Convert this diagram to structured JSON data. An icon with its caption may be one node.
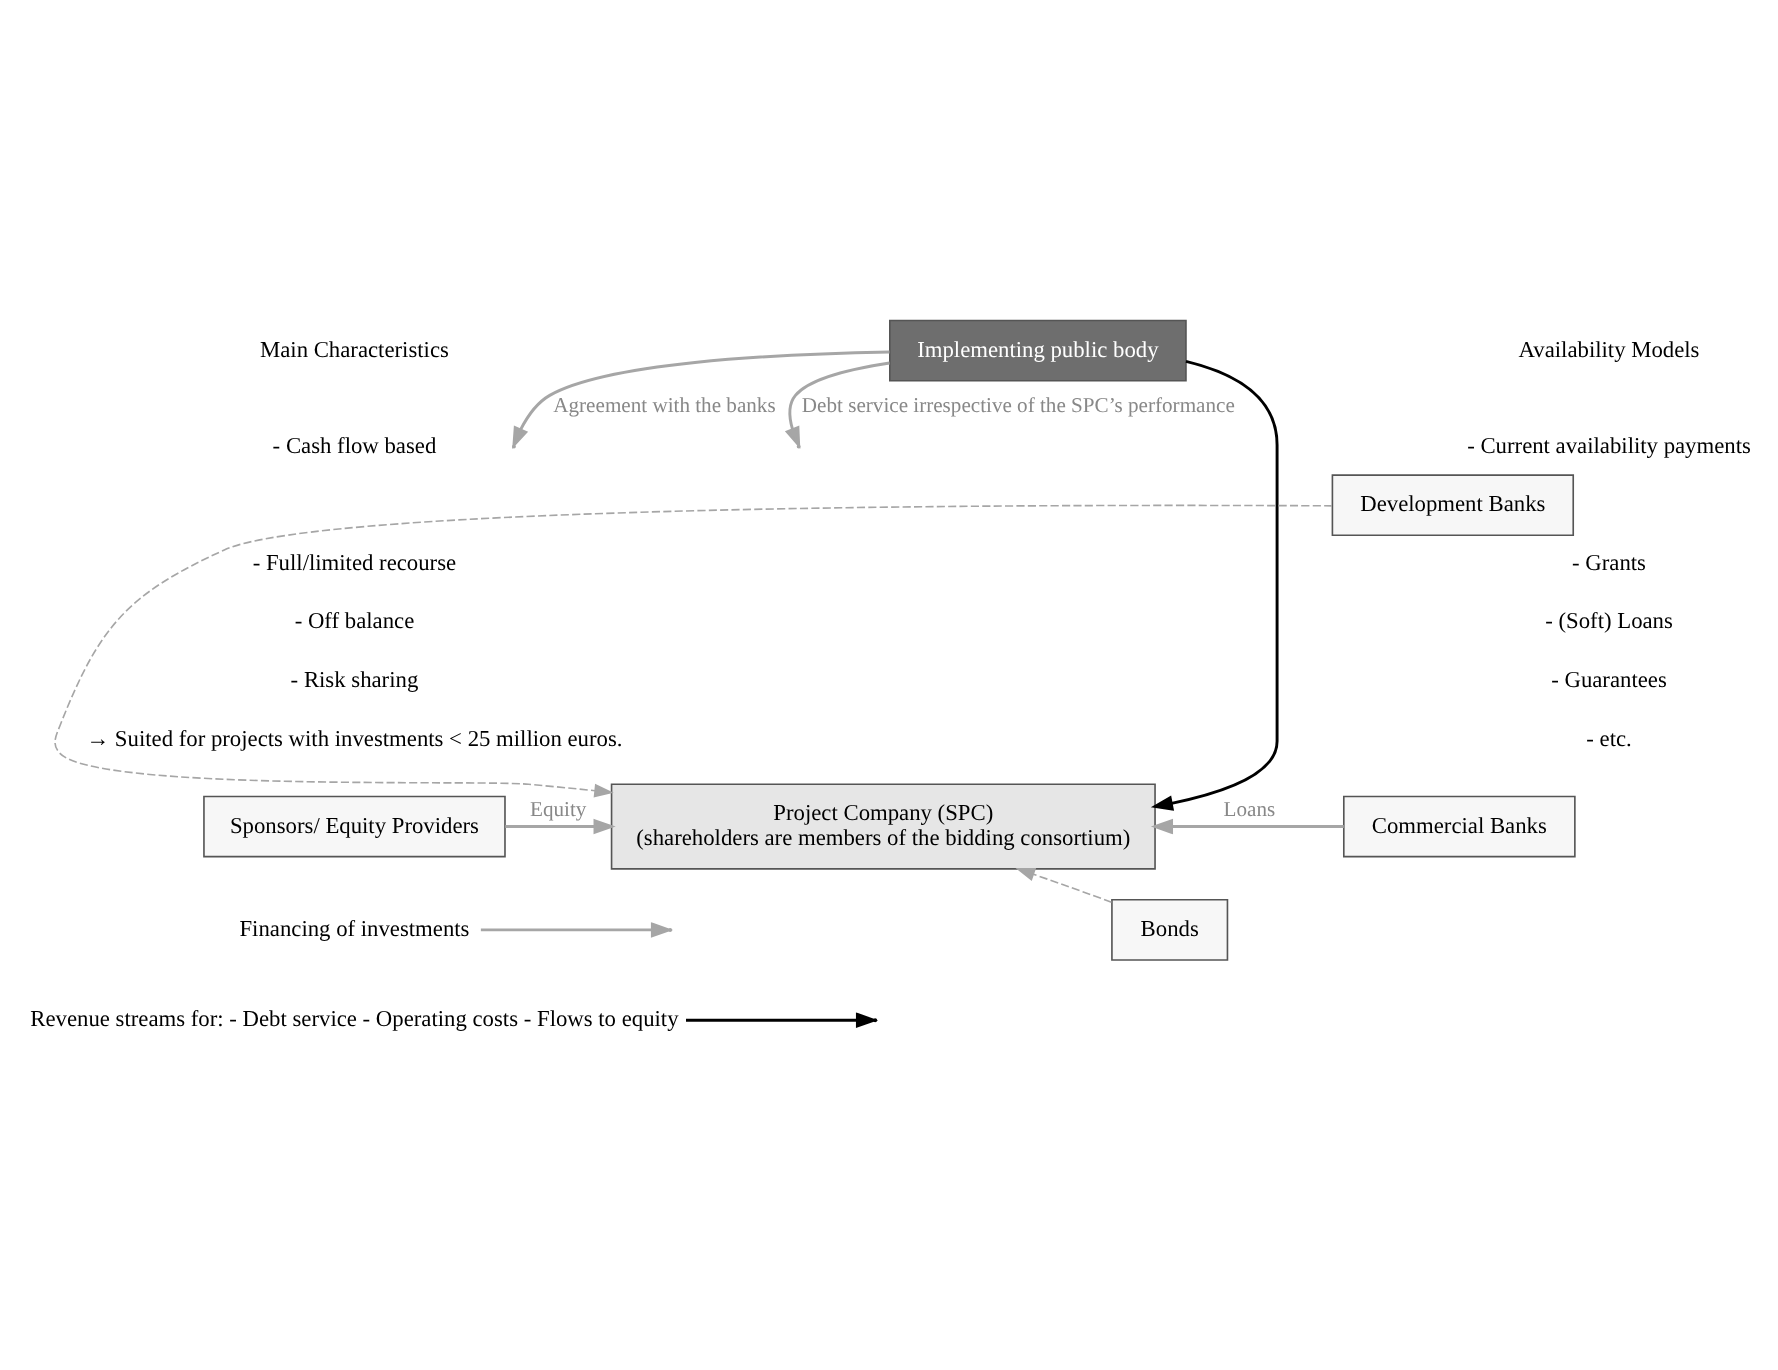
{
  "diagram": {
    "nodes": [
      {
        "text": [
          "Implementing public body"
        ]
      },
      {
        "text": [
          "Development Banks"
        ]
      },
      {
        "text": [
          "Sponsors/ Equity Providers"
        ]
      },
      {
        "text": [
          "Project Company (SPC)",
          "(shareholders are members of the bidding consortium)"
        ]
      },
      {
        "text": [
          "Commercial Banks"
        ]
      },
      {
        "text": [
          "Bonds"
        ]
      }
    ],
    "edges": [
      {
        "from": 0,
        "to": 3,
        "arrow": "to",
        "color": "#000000"
      },
      {
        "from": 0,
        "to": null,
        "arrow": "to",
        "label": "Agreement with the banks"
      },
      {
        "from": 0,
        "to": null,
        "arrow": "to",
        "label": "Debt service irrespective of the SPC’s performance"
      },
      {
        "from": 2,
        "to": 3,
        "arrow": "to",
        "label": "Equity"
      },
      {
        "from": 1,
        "to": 3,
        "arrow": "to",
        "style": "dashed"
      },
      {
        "from": 4,
        "to": 3,
        "arrow": "to",
        "label": "Loans"
      },
      {
        "from": 5,
        "to": 3,
        "arrow": "to",
        "style": "dashed"
      }
    ],
    "labels": [
      "Main Characteristics",
      "- Cash flow based",
      "- Full/limited recourse",
      "- Off balance",
      "- Risk sharing",
      "→ Suited for projects with investments < 25 million euros.",
      "Availability Models",
      "- Current availability payments",
      "- Grants",
      "- (Soft) Loans",
      "- Guarantees",
      "- etc."
    ],
    "legend": [
      {
        "text": "Financing of investments"
      },
      {
        "text": "Revenue streams for: - Debt service - Operating costs - Flows to equity"
      }
    ]
  }
}
